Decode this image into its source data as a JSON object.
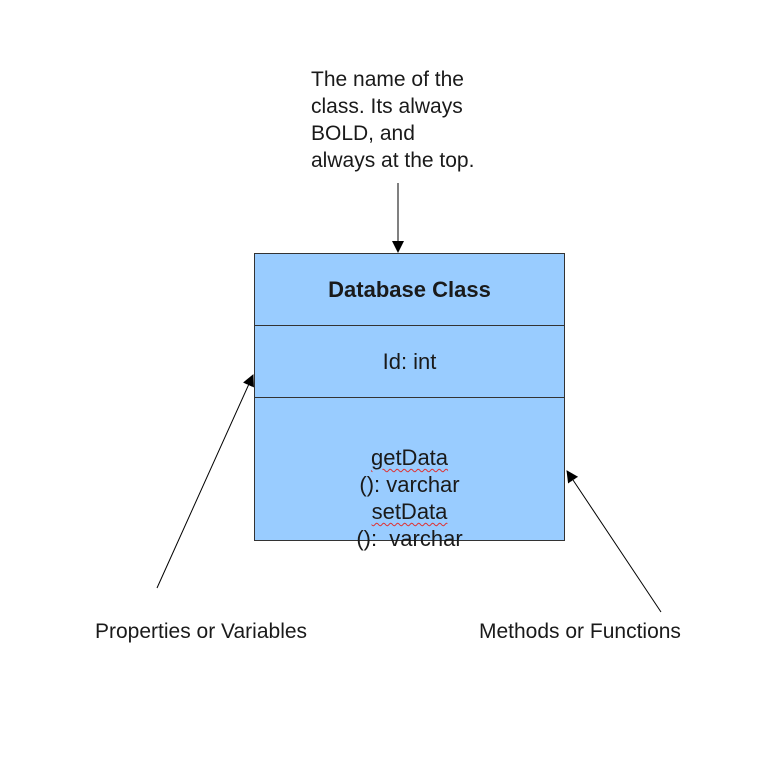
{
  "annotations": {
    "top_note_lines": [
      "The name of the",
      "class.  Its always",
      "BOLD, and",
      "always at the top."
    ],
    "properties_label": "Properties or Variables",
    "methods_label": "Methods or Functions"
  },
  "uml_class": {
    "name": "Database Class",
    "attributes": [
      "Id: int"
    ],
    "methods": [
      {
        "name": "getData",
        "signature": "(): varchar"
      },
      {
        "name": "setData",
        "signature": "():  varchar"
      }
    ]
  },
  "colors": {
    "box_fill": "#99ccff",
    "border": "#333333",
    "spellcheck_underline": "#e03030"
  }
}
